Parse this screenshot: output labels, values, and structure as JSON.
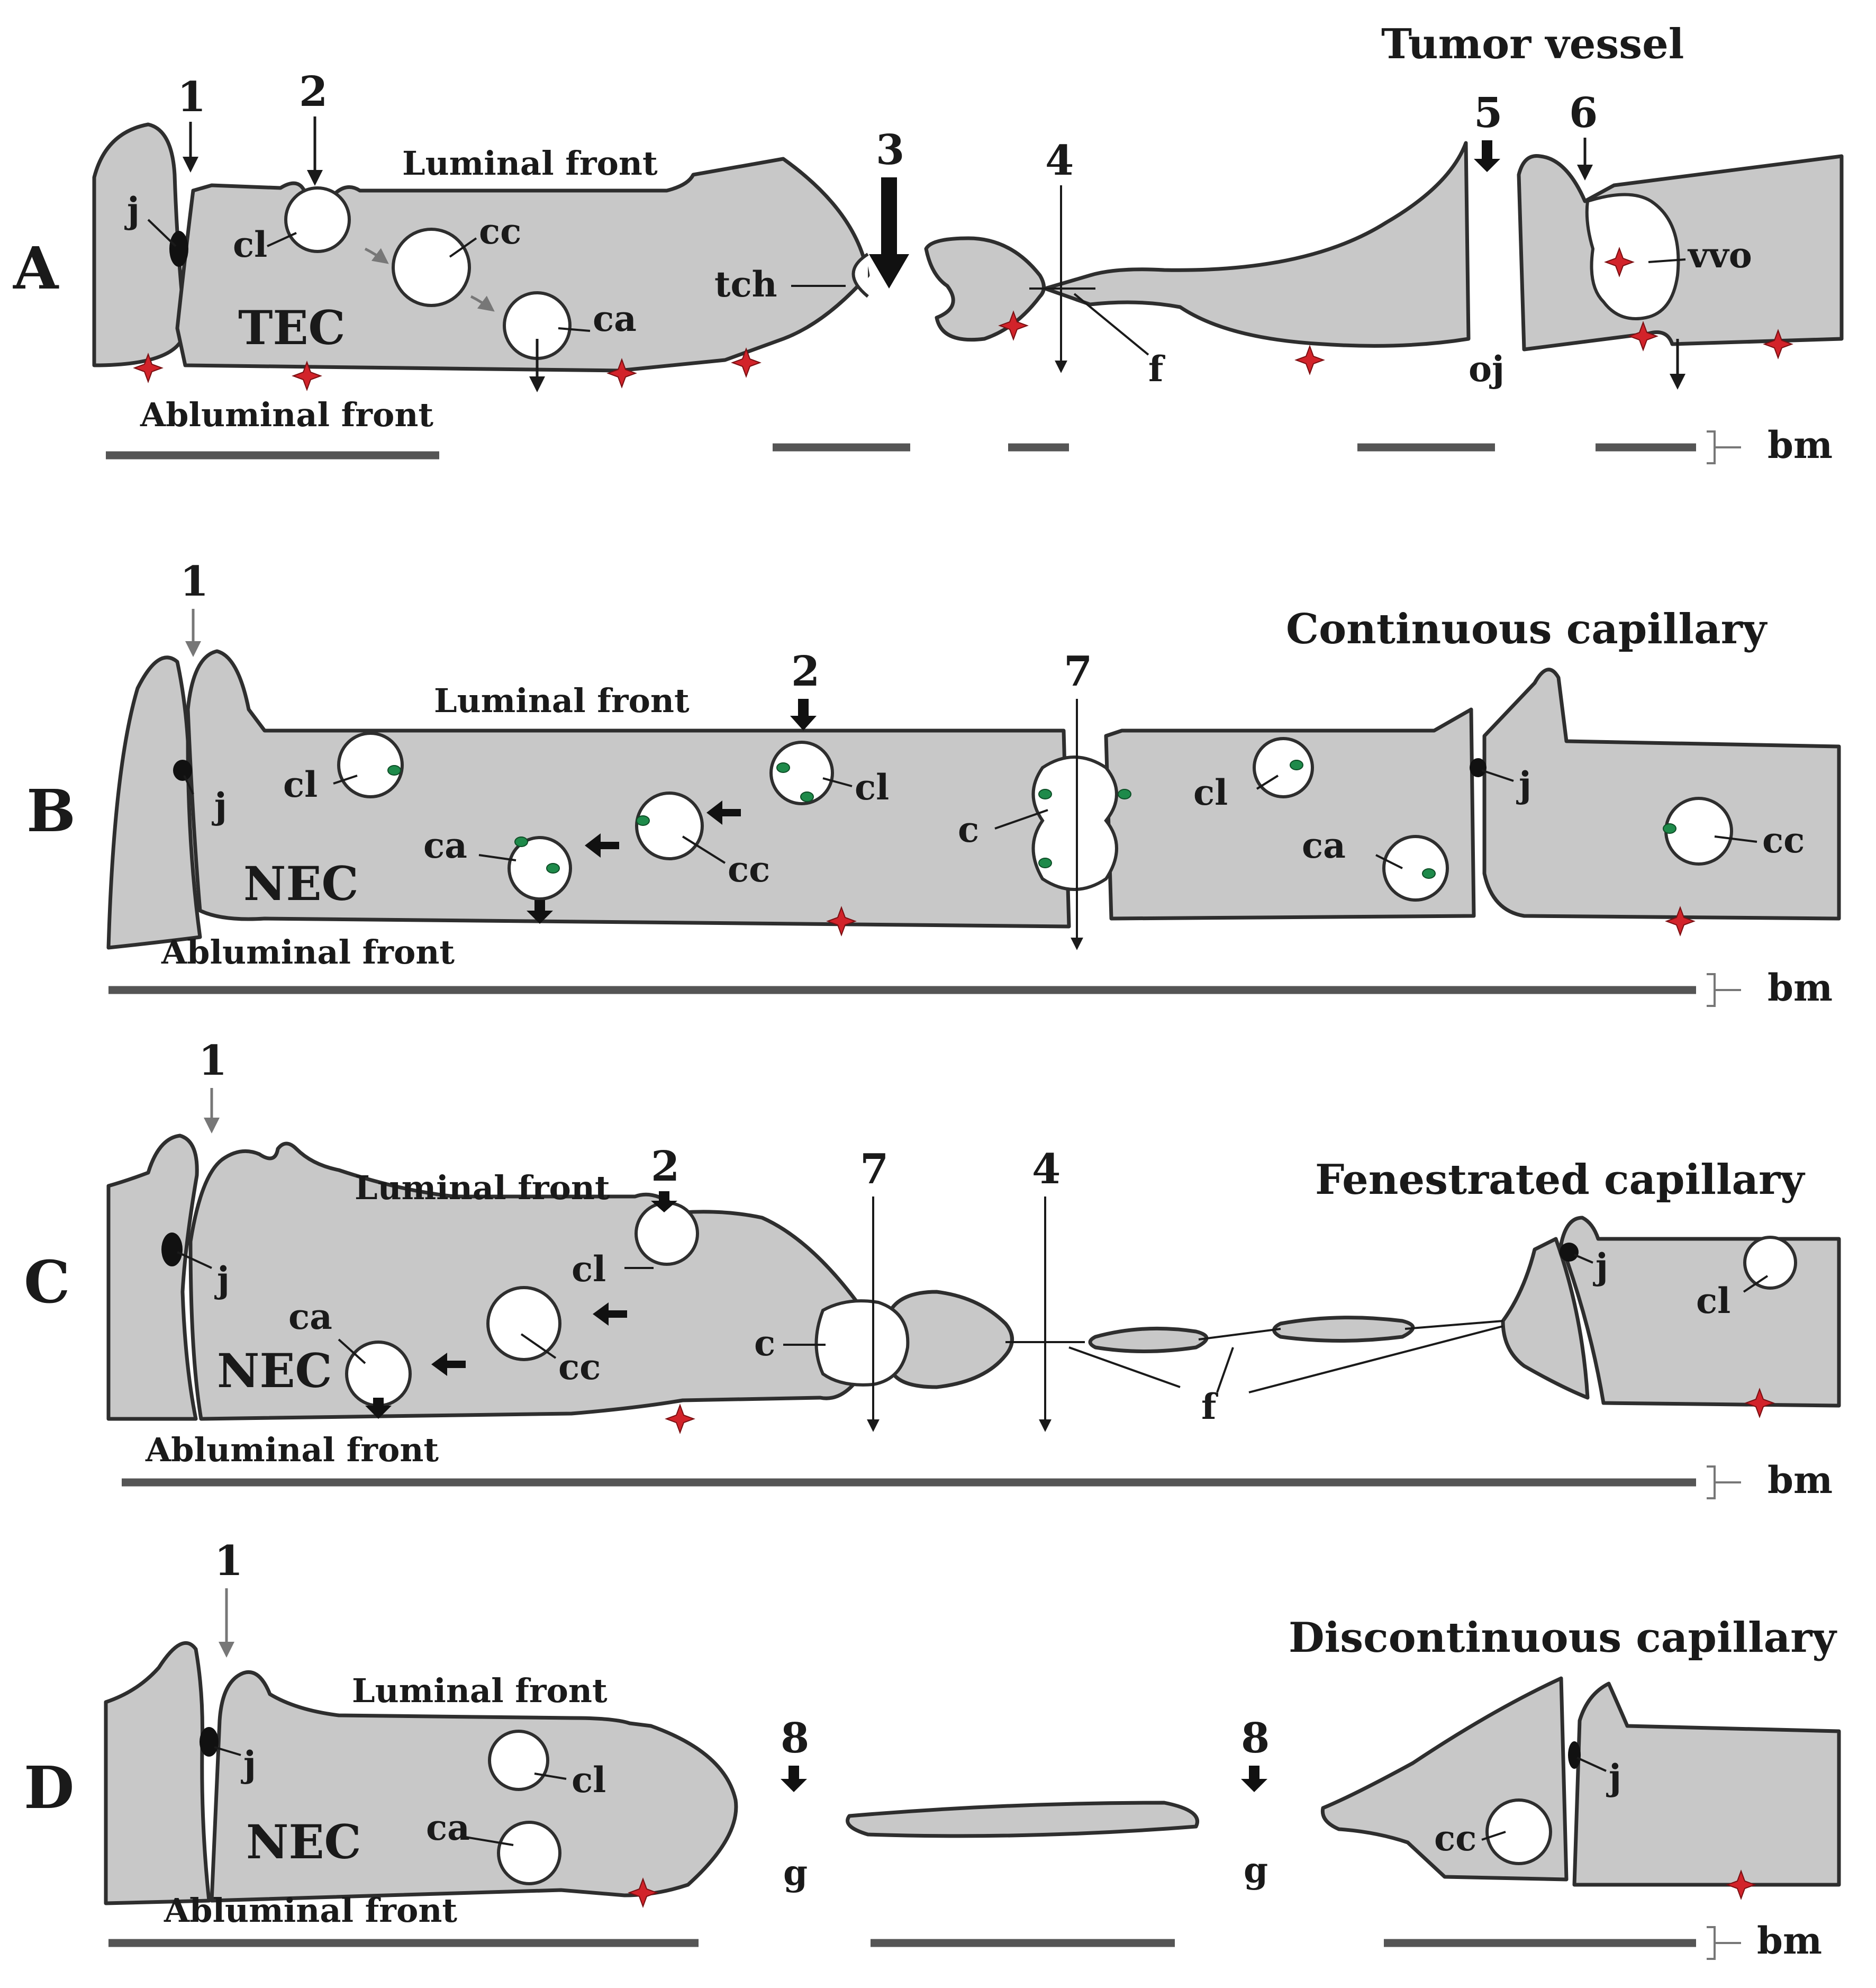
{
  "panels": {
    "A": {
      "letter": "A",
      "title": "Tumor vessel",
      "cell": "TEC",
      "luminal": "Luminal front",
      "abluminal": "Abluminal front",
      "bm": "bm",
      "numbers": {
        "n1": "1",
        "n2": "2",
        "n3": "3",
        "n4": "4",
        "n5": "5",
        "n6": "6"
      },
      "labels": {
        "j": "j",
        "cl": "cl",
        "cc": "cc",
        "ca": "ca",
        "tch": "tch",
        "f": "f",
        "oj": "oj",
        "vvo": "vvo"
      }
    },
    "B": {
      "letter": "B",
      "title": "Continuous capillary",
      "cell": "NEC",
      "luminal": "Luminal front",
      "abluminal": "Abluminal front",
      "bm": "bm",
      "numbers": {
        "n1": "1",
        "n2": "2",
        "n7": "7"
      },
      "labels": {
        "j": "j",
        "cl": "cl",
        "cc": "cc",
        "ca": "ca",
        "c": "c"
      }
    },
    "C": {
      "letter": "C",
      "title": "Fenestrated capillary",
      "cell": "NEC",
      "luminal": "Luminal front",
      "abluminal": "Abluminal front",
      "bm": "bm",
      "numbers": {
        "n1": "1",
        "n2": "2",
        "n7": "7",
        "n4": "4"
      },
      "labels": {
        "j": "j",
        "cl": "cl",
        "cc": "cc",
        "ca": "ca",
        "c": "c",
        "f": "f"
      }
    },
    "D": {
      "letter": "D",
      "title": "Discontinuous capillary",
      "cell": "NEC",
      "luminal": "Luminal front",
      "abluminal": "Abluminal front",
      "bm": "bm",
      "numbers": {
        "n1": "1",
        "n8": "8"
      },
      "labels": {
        "j": "j",
        "cl": "cl",
        "cc": "cc",
        "ca": "ca",
        "g": "g"
      }
    }
  }
}
